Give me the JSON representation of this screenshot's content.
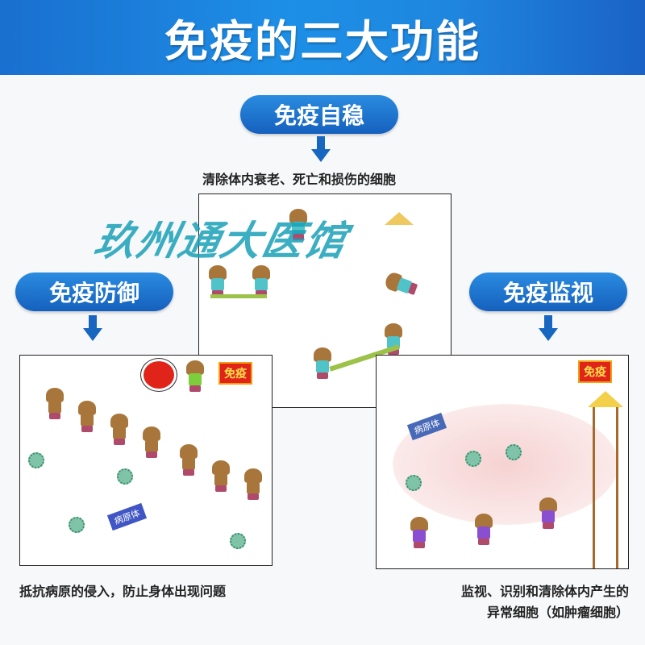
{
  "title": "免疫的三大功能",
  "functions": [
    {
      "label": "免疫自稳",
      "description": [
        "清除体内衰老、死亡和损伤的细胞"
      ]
    },
    {
      "label": "免疫防御",
      "description": [
        "抵抗病原的侵入，防止身体出现问题"
      ]
    },
    {
      "label": "免疫监视",
      "description": [
        "监视、识别和清除体内产生的",
        "异常细胞（如肿瘤细胞）"
      ]
    }
  ],
  "illustration_text": {
    "flag": "免疫",
    "pathogen_banner": "病原体"
  },
  "watermark": "玖州通大医馆",
  "colors": {
    "header_blue": "#1d8fe6",
    "pill_blue": "#1560be",
    "watermark": "#1aa0b8"
  }
}
